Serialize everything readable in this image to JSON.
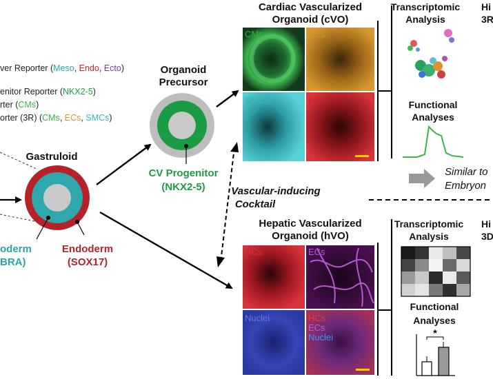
{
  "colors": {
    "meso": "#29a9b3",
    "endo": "#c0282d",
    "ecto": "#7b3f98",
    "cardio": "#1fa04a",
    "cm": "#3ab54a",
    "ec": "#e0922b",
    "smc": "#37b8c2",
    "gray_ring": "#b9b9b9",
    "inner_gray": "#c9c9c9",
    "arrow_gray": "#999999"
  },
  "legend": {
    "line1": {
      "prefix": "ver Reporter (",
      "meso": "Meso",
      "sep1": ", ",
      "endo": "Endo",
      "sep2": ", ",
      "ecto": "Ecto",
      "suffix": ")"
    },
    "line2": {
      "prefix": "enitor Reporter (",
      "nkx": "NKX2-5",
      "suffix": ")"
    },
    "line3": {
      "prefix": "rter (",
      "cms": "CMs",
      "suffix": ")"
    },
    "line4": {
      "prefix": "orter (3R) (",
      "cms": "CMs",
      "sep1": ", ",
      "ecs": "ECs",
      "sep2": ", ",
      "smcs": "SMCs",
      "suffix": ")"
    }
  },
  "gastruloid": {
    "title": "Gastruloid",
    "mesoderm_label": "oderm",
    "mesoderm_marker": "BRA)",
    "endoderm_label": "Endoderm",
    "endoderm_marker": "(SOX17)"
  },
  "precursor": {
    "title_line1": "Organoid",
    "title_line2": "Precursor",
    "progenitor_label": "CV Progenitor",
    "progenitor_marker": "(NKX2-5)"
  },
  "cocktail": {
    "line1": "Vascular-inducing",
    "line2": "Cocktail"
  },
  "cvo": {
    "title_line1": "Cardiac Vascularized",
    "title_line2": "Organoid (cVO)",
    "panels": [
      {
        "label": "CMs",
        "color": "#2fb34a"
      },
      {
        "label": "ECs",
        "color": "#d38f28"
      },
      {
        "label": "SMCs",
        "color": "#34b6bd"
      },
      {
        "label": "PCs",
        "color": "#c9252b"
      }
    ]
  },
  "hvo": {
    "title_line1": "Hepatic Vascularized",
    "title_line2": "Organoid (hVO)",
    "panels": [
      {
        "label": "HCs",
        "color": "#c7242d"
      },
      {
        "label": "ECs",
        "color": "#8c2f8f"
      },
      {
        "label": "Nuclei",
        "color": "#2f43b3"
      },
      {
        "label": "HCs",
        "color": "#b32a5e"
      }
    ],
    "merge_extra": [
      "ECs",
      "Nuclei"
    ]
  },
  "analyses_top": {
    "transcriptomic_line1": "Transcriptomic",
    "transcriptomic_line2": "Analysis",
    "functional_line1": "Functional",
    "functional_line2": "Analyses",
    "cut_label_1": "Hi",
    "cut_label_2": "3R"
  },
  "analyses_bottom": {
    "transcriptomic_line1": "Transcriptomic",
    "transcriptomic_line2": "Analysis",
    "functional_line1": "Functional",
    "functional_line2": "Analyses",
    "cut_label_1": "Hi",
    "cut_label_2": "3D",
    "significance": "*"
  },
  "similar": {
    "line1": "Similar to",
    "line2": "Embryon"
  }
}
